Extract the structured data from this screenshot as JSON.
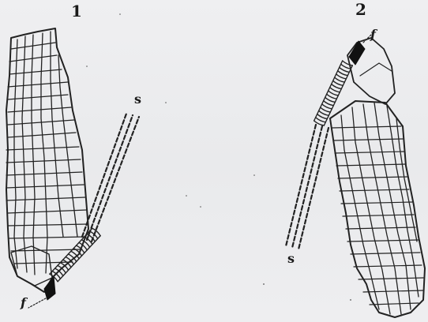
{
  "figures": [
    {
      "number": "1",
      "labels": {
        "s": "s",
        "f": "f"
      }
    },
    {
      "number": "2",
      "labels": {
        "s": "s",
        "f": "f"
      }
    }
  ]
}
